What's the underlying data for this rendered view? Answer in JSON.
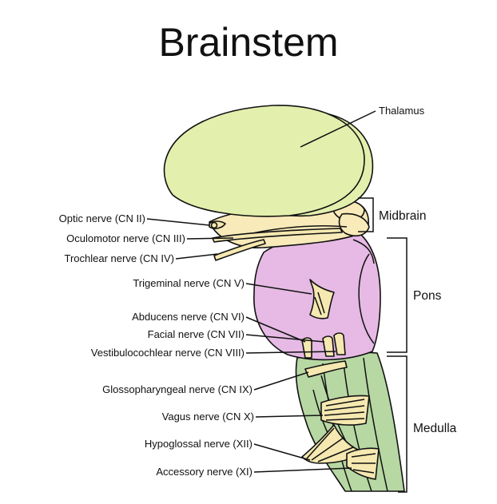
{
  "title": "Brainstem",
  "colors": {
    "thalamus": "#e3efad",
    "midbrain": "#f8eab9",
    "pons": "#e6bae4",
    "medulla": "#b7d7a3",
    "nerve": "#f5e8b0",
    "outline": "#111111"
  },
  "labels": {
    "thalamus": "Thalamus",
    "optic": "Optic nerve (CN II)",
    "oculomotor": "Oculomotor nerve (CN III)",
    "trochlear": "Trochlear nerve (CN IV)",
    "trigeminal": "Trigeminal nerve (CN V)",
    "abducens": "Abducens nerve (CN VI)",
    "facial": "Facial nerve (CN VII)",
    "vestibulocochlear": "Vestibulocochlear nerve (CN VIII)",
    "glossopharyngeal": "Glossopharyngeal nerve (CN IX)",
    "vagus": "Vagus nerve (CN X)",
    "hypoglossal": "Hypoglossal nerve (XII)",
    "accessory": "Accessory nerve (XI)"
  },
  "regions": {
    "midbrain": "Midbrain",
    "pons": "Pons",
    "medulla": "Medulla"
  }
}
